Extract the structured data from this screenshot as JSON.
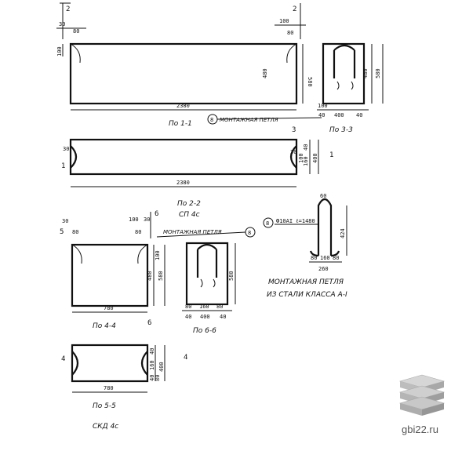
{
  "drawing": {
    "upper": {
      "sec_mark": "2",
      "sec_mark_right": "2",
      "d30": "30",
      "d80": "80",
      "d100": "100",
      "d80b": "80",
      "d100v": "100",
      "d480": "480",
      "d580": "580",
      "d2380": "2380",
      "caption": "По 1-1",
      "loop_num": "8",
      "loop_label": "МОНТАЖНАЯ ПЕТЛЯ"
    },
    "side33": {
      "d480": "480",
      "d580": "580",
      "d100a": "100",
      "d40a": "40",
      "d400": "400",
      "d40b": "40",
      "caption": "По 3-3",
      "mark": "3"
    },
    "plan22": {
      "d30": "30",
      "d30b": "30",
      "d100": "100",
      "d160": "160",
      "d40": "40",
      "d400": "400",
      "d2380": "2380",
      "mark1": "1",
      "mark1b": "1",
      "caption": "По 2-2",
      "subcap": "СП 4с"
    },
    "lower": {
      "d30": "30",
      "d80": "80",
      "d100": "100",
      "d30b": "30",
      "d80b": "80",
      "d480": "480",
      "d580": "580",
      "d100v": "100",
      "d780": "780",
      "mark5": "5",
      "mark6": "6",
      "mark6b": "6",
      "caption": "По 4-4",
      "loop_label": "МОНТАЖНАЯ ПЕТЛЯ",
      "loop_num": "8"
    },
    "side66": {
      "d580": "580",
      "d80a": "80",
      "d160": "160",
      "d80b": "80",
      "d40a": "40",
      "d400": "400",
      "d40b": "40",
      "caption": "По 6-6"
    },
    "loop": {
      "num": "8",
      "spec": "Ф10АI ℓ=1480",
      "d60": "60",
      "d424": "424",
      "d80a": "80",
      "d160": "160",
      "d80b": "80",
      "d260": "260",
      "label1": "МОНТАЖНАЯ ПЕТЛЯ",
      "label2": "ИЗ СТАЛИ КЛАССА А-I"
    },
    "plan55": {
      "mark4": "4",
      "mark4b": "4",
      "d40": "40",
      "d160": "160",
      "d40b": "40",
      "d400": "400",
      "d80": "80",
      "d780": "780",
      "caption": "По 5-5",
      "subcap": "СКД 4с"
    },
    "watermark": "gbi22.ru"
  }
}
